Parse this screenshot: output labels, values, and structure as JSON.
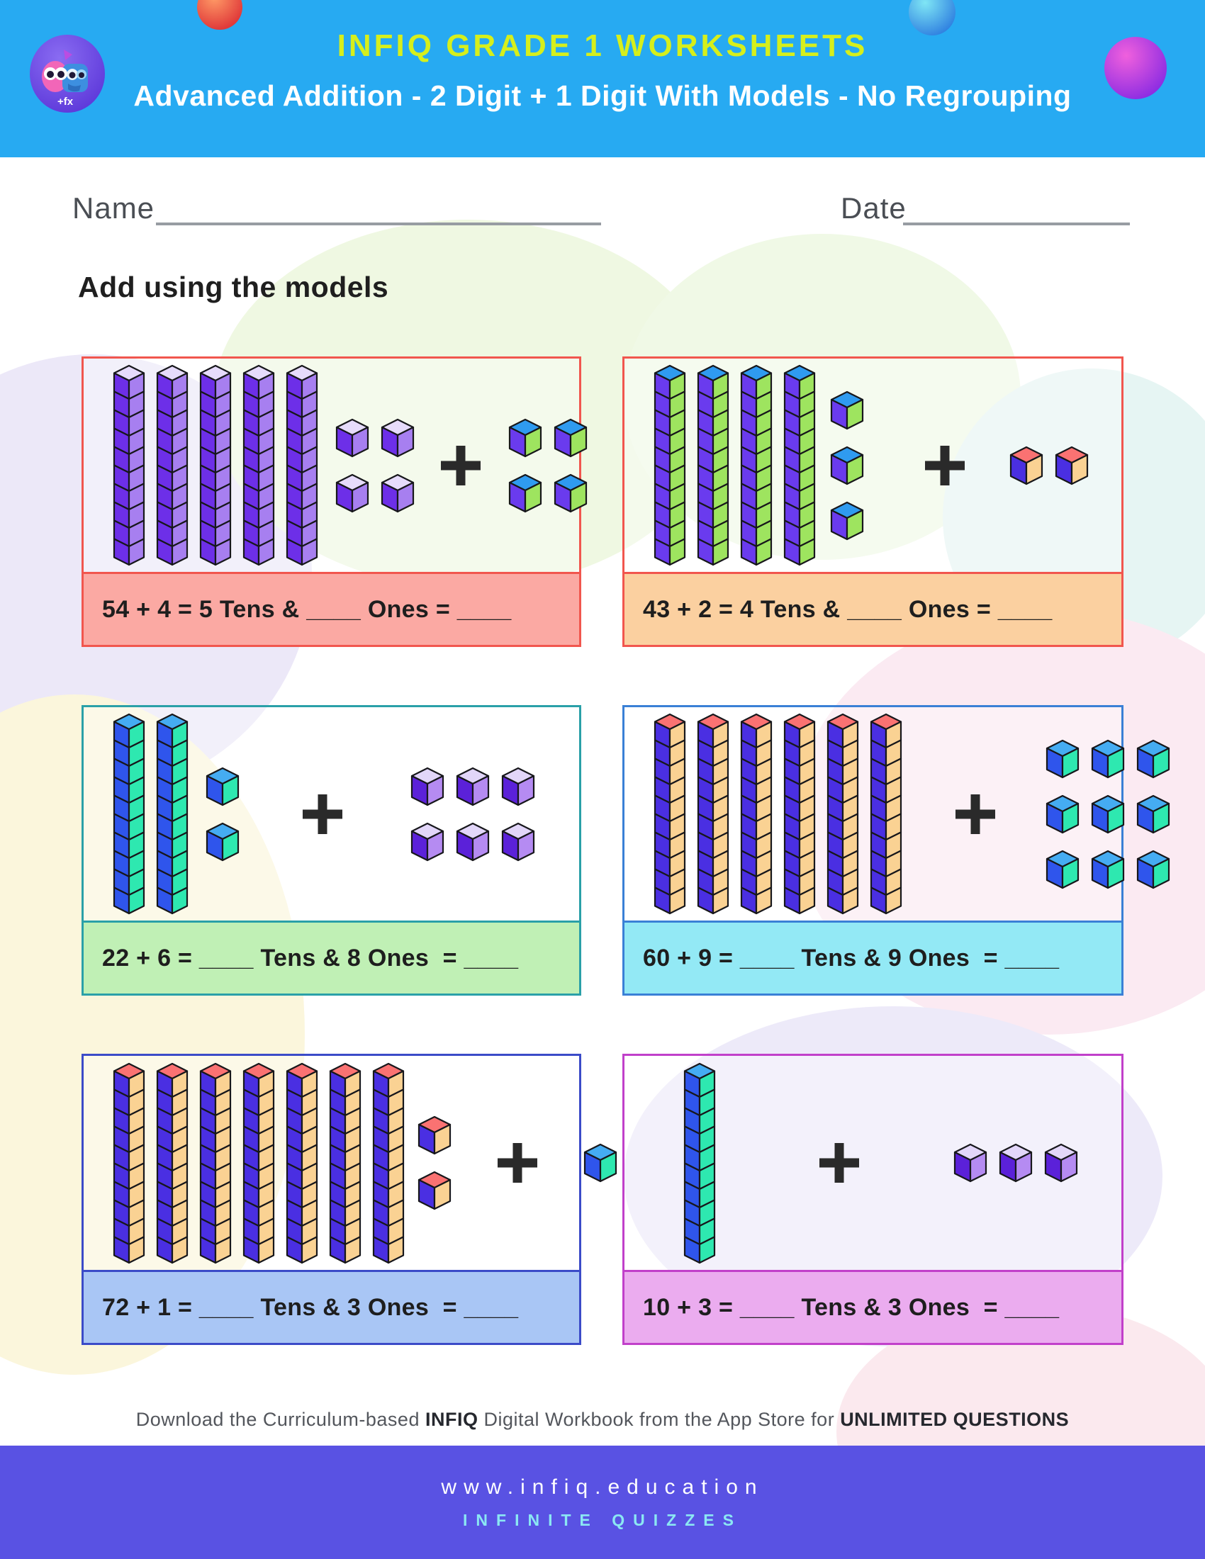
{
  "header": {
    "bg": "#27AAF2",
    "brand": "INFIQ GRADE 1 WORKSHEETS",
    "brand_color": "#D6EF1C",
    "title": "Advanced Addition - 2 Digit + 1 Digit With Models - No Regrouping",
    "title_color": "#FFFFFF",
    "logo": "infiq-mascots-logo"
  },
  "fields": {
    "name_label": "Name",
    "date_label": "Date"
  },
  "instruction": "Add using the models",
  "palettes": {
    "purple": {
      "top": "#E6DBFB",
      "left": "#6D2FE8",
      "right": "#A77FF0"
    },
    "purple_dark": {
      "top": "#E2D6F9",
      "left": "#5B21D9",
      "right": "#B58BF2"
    },
    "green_blue": {
      "top": "#2F9BF0",
      "left": "#6A3BEE",
      "right": "#9EE45F"
    },
    "blue_teal": {
      "top": "#45ACF2",
      "left": "#2F55EC",
      "right": "#2EE8B0"
    },
    "red_indigo_peach": {
      "top": "#FA7272",
      "left": "#4A2FE2",
      "right": "#FAD293"
    }
  },
  "problems": [
    {
      "equation": "54 + 4 = 5 Tens & ____ Ones = ____",
      "border_color": "#F1564E",
      "footer_bg": "#FBA9A3",
      "model": [
        {
          "type": "rods",
          "count": 5,
          "palette": "purple"
        },
        {
          "type": "cubes",
          "count": 4,
          "cols": 2,
          "palette": "purple",
          "ml": 22
        },
        {
          "type": "plus",
          "ml": 36
        },
        {
          "type": "cubes",
          "count": 4,
          "cols": 2,
          "palette": "green_blue",
          "ml": 38
        }
      ]
    },
    {
      "equation": "43 + 2 = 4 Tens & ____ Ones = ____",
      "border_color": "#F1564E",
      "footer_bg": "#FBD0A0",
      "model": [
        {
          "type": "rods",
          "count": 4,
          "palette": "green_blue"
        },
        {
          "type": "cubes",
          "count": 3,
          "cols": 1,
          "palette": "green_blue",
          "ml": 18
        },
        {
          "type": "plus",
          "ml": 85
        },
        {
          "type": "cubes",
          "count": 2,
          "cols": 2,
          "palette": "red_indigo_peach",
          "ml": 62
        }
      ]
    },
    {
      "equation": "22 + 6 = ____ Tens & 8 Ones  = ____",
      "border_color": "#2AA0A8",
      "footer_bg": "#C0F0B5",
      "model": [
        {
          "type": "rods",
          "count": 2,
          "palette": "blue_teal"
        },
        {
          "type": "cubes",
          "count": 2,
          "cols": 1,
          "palette": "blue_teal",
          "ml": 22
        },
        {
          "type": "plus",
          "ml": 88
        },
        {
          "type": "cubes",
          "count": 6,
          "cols": 3,
          "palette": "purple_dark",
          "ml": 95
        }
      ]
    },
    {
      "equation": "60 + 9 = ____ Tens & 9 Ones  = ____",
      "border_color": "#3A80D6",
      "footer_bg": "#93E9F5",
      "model": [
        {
          "type": "rods",
          "count": 6,
          "palette": "red_indigo_peach"
        },
        {
          "type": "plus",
          "ml": 74
        },
        {
          "type": "cubes",
          "count": 9,
          "cols": 3,
          "palette": "blue_teal",
          "ml": 70
        }
      ]
    },
    {
      "equation": "72 + 1 = ____ Tens & 3 Ones  = ____",
      "border_color": "#3B4BC8",
      "footer_bg": "#A9C6F5",
      "model": [
        {
          "type": "rods",
          "count": 7,
          "palette": "red_indigo_peach"
        },
        {
          "type": "cubes",
          "count": 2,
          "cols": 1,
          "palette": "red_indigo_peach",
          "ml": 16
        },
        {
          "type": "plus",
          "ml": 64
        },
        {
          "type": "cubes",
          "count": 1,
          "cols": 1,
          "palette": "blue_teal",
          "ml": 64
        }
      ]
    },
    {
      "equation": "10 + 3 = ____ Tens & 3 Ones  = ____",
      "border_color": "#C140CA",
      "footer_bg": "#EBACEF",
      "model": [
        {
          "type": "rods",
          "count": 1,
          "palette": "blue_teal",
          "ml": 42
        },
        {
          "type": "plus",
          "ml": 145
        },
        {
          "type": "cubes",
          "count": 3,
          "cols": 3,
          "palette": "purple_dark",
          "ml": 132
        }
      ]
    }
  ],
  "footer": {
    "download_parts": [
      {
        "text": "Download the Curriculum-based "
      },
      {
        "text": "INFIQ"
      },
      {
        "text": " Digital Workbook from the App Store for "
      },
      {
        "text": "UNLIMITED QUESTIONS"
      }
    ],
    "bar_bg": "#5952E3",
    "website": "www.infiq.education",
    "tagline": "INFINITE QUIZZES",
    "tagline_color": "#8BE7F3"
  }
}
